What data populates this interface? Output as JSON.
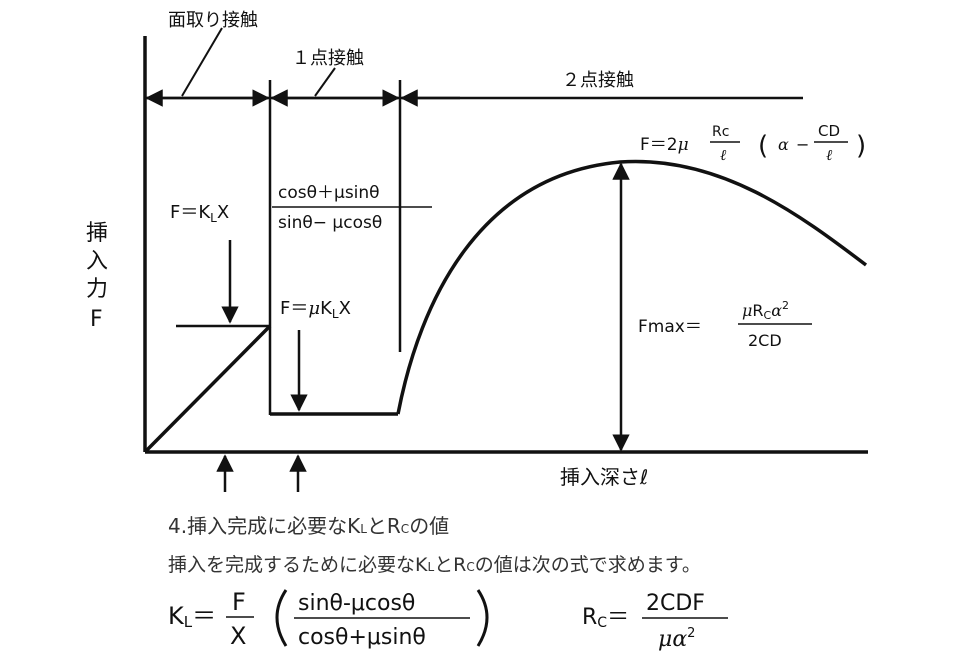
{
  "diagram": {
    "labels": {
      "chamfer_contact": "面取り接触",
      "one_point_contact": "１点接触",
      "two_point_contact": "２点接触",
      "y_axis": [
        "挿",
        "入",
        "力",
        "F"
      ],
      "x_axis": "挿入深さℓ"
    },
    "formulas": {
      "f_kx": "F＝KLX",
      "f_kx_K": "F＝K",
      "f_kx_L": "L",
      "f_kx_X": "X",
      "ratio_num": "cosθ＋μsinθ",
      "ratio_den": "sinθ− μcosθ",
      "f_mukx_a": "F＝",
      "f_mukx_mu": "μ",
      "f_mukx_K": "K",
      "f_mukx_L": "L",
      "f_mukx_X": "X",
      "two_point_a": "F＝2",
      "two_point_mu": "μ",
      "two_point_num": "Rc",
      "two_point_den": "ℓ",
      "two_point_paren_open": "(",
      "two_point_alpha": "α",
      "two_point_minus": "−",
      "two_point_cd": "CD",
      "two_point_cd_den": "ℓ",
      "two_point_paren_close": ")",
      "fmax_label": "Fmax＝",
      "fmax_num_mu": "μ",
      "fmax_num_R": "R",
      "fmax_num_c": "C",
      "fmax_num_alpha": "α",
      "fmax_num_sq": "2",
      "fmax_den": "2CD"
    }
  },
  "section": {
    "heading": "4.挿入完成に必要なKLとRCの値",
    "heading_parts": [
      "4.挿入完成に必要なK",
      "L",
      "とR",
      "C",
      "の値"
    ],
    "body_parts": [
      "挿入を完成するために必要なK",
      "L",
      "とR",
      "C",
      "の値は次の式で求めます。"
    ],
    "kl_formula": {
      "lhs_K": "K",
      "lhs_L": "L",
      "eq": "＝",
      "frac_num": "F",
      "frac_den": "X",
      "paren_num": "sinθ-μcosθ",
      "paren_den": "cosθ+μsinθ"
    },
    "rc_formula": {
      "lhs_R": "R",
      "lhs_C": "C",
      "eq": "＝",
      "num": "2CDF",
      "den_mu": "μ",
      "den_alpha": "α",
      "den_sq": "2"
    }
  }
}
